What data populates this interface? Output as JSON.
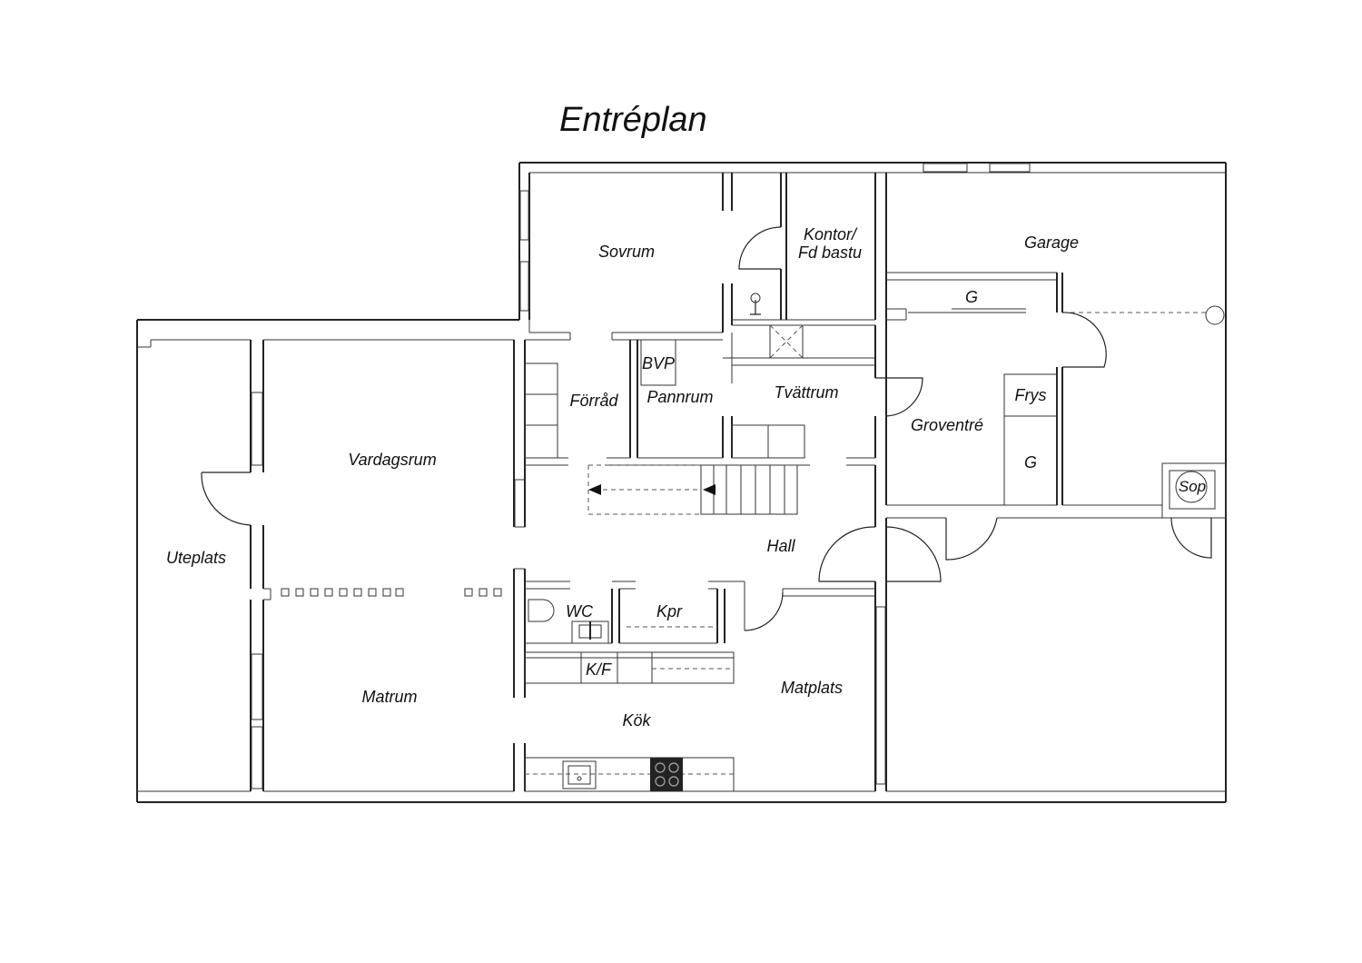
{
  "plan": {
    "title": "Entréplan",
    "rooms": {
      "sovrum": "Sovrum",
      "kontor_line1": "Kontor/",
      "kontor_line2": "Fd bastu",
      "garage": "Garage",
      "g_top": "G",
      "bvp": "BVP",
      "forrad": "Förråd",
      "pannrum": "Pannrum",
      "tvattrum": "Tvättrum",
      "frys": "Frys",
      "groventre": "Groventré",
      "vardagsrum": "Vardagsrum",
      "g_mid": "G",
      "sop": "Sop",
      "uteplats": "Uteplats",
      "hall": "Hall",
      "wc": "WC",
      "kpr": "Kpr",
      "kf": "K/F",
      "matplats": "Matplats",
      "matrum": "Matrum",
      "kok": "Kök"
    }
  }
}
